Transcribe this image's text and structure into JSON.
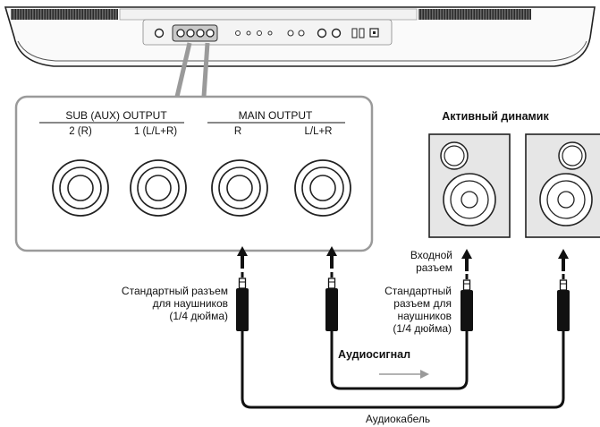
{
  "panel": {
    "sub_output_header": "SUB (AUX)  OUTPUT",
    "sub_jack_2": "2 (R)",
    "sub_jack_1": "1 (L/L+R)",
    "main_output_header": "MAIN  OUTPUT",
    "main_jack_r": "R",
    "main_jack_l": "L/L+R"
  },
  "speaker": {
    "title": "Активный динамик",
    "input_label_line1": "Входной",
    "input_label_line2": "разъем"
  },
  "left_plug_label": [
    "Стандартный разъем",
    "для наушников",
    "(1/4 дюйма)"
  ],
  "mid_plug_label": [
    "Стандартный",
    "разъем для",
    "наушников",
    "(1/4 дюйма)"
  ],
  "audio_signal_label": "Аудиосигнал",
  "cable_label": "Аудиокабель",
  "colors": {
    "panel_fill": "#ffffff",
    "panel_stroke": "#8a8a8a",
    "speaker_fill": "#e6e6e6",
    "plug_body": "#111111",
    "signal_arrow": "#9a9a9a"
  }
}
